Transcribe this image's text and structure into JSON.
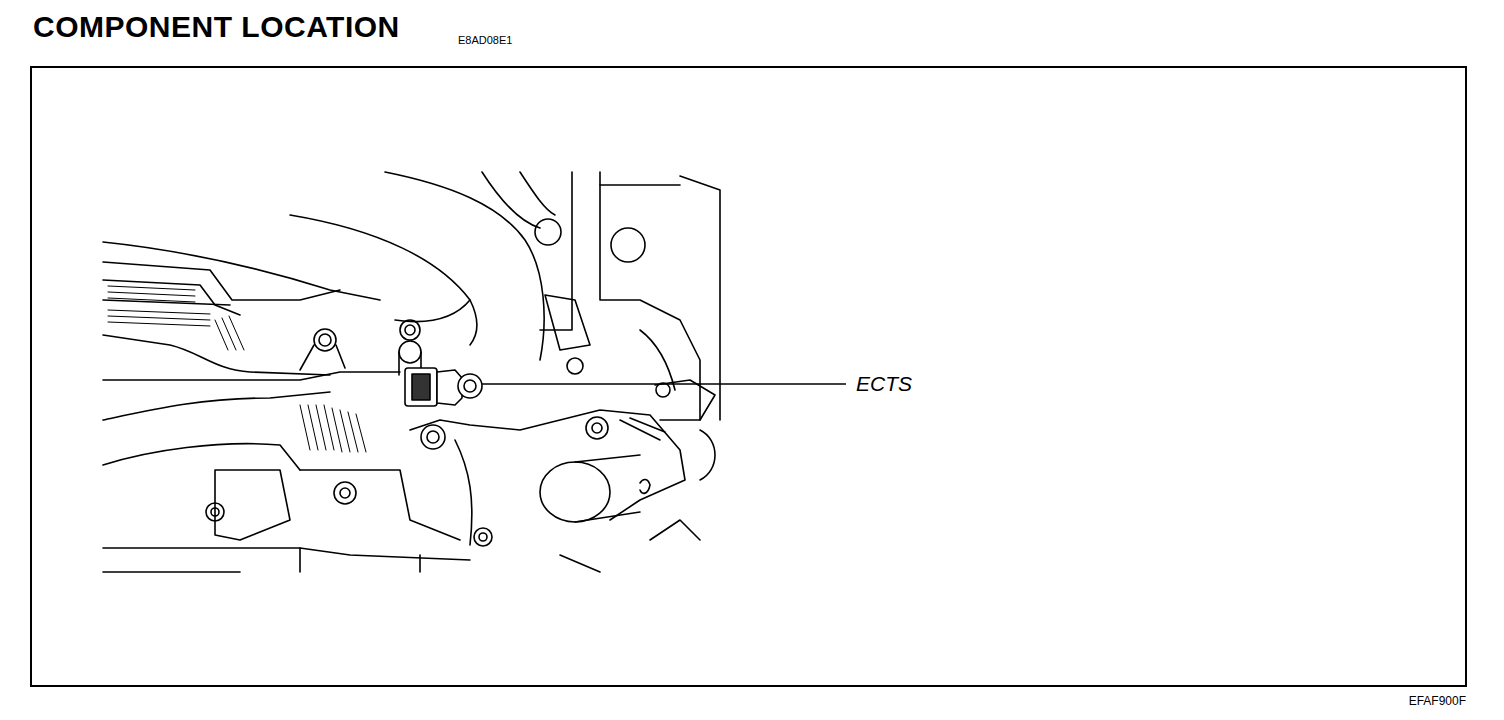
{
  "diagram": {
    "title": "COMPONENT LOCATION",
    "labels": [
      "E8AD08E1",
      "ECTS",
      "EFAF900F"
    ]
  }
}
